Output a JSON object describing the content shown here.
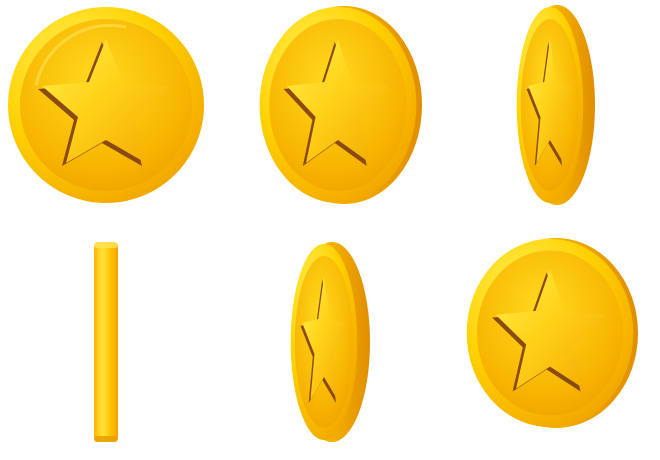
{
  "sprite_sheet": {
    "subject": "spinning-gold-star-coin",
    "frame_count": 6,
    "frames": [
      {
        "name": "coin-frame-1",
        "view": "front",
        "rotation_deg": 0
      },
      {
        "name": "coin-frame-2",
        "view": "slight-turn",
        "rotation_deg": 30
      },
      {
        "name": "coin-frame-3",
        "view": "steep-turn",
        "rotation_deg": 60
      },
      {
        "name": "coin-frame-4",
        "view": "edge-on",
        "rotation_deg": 90
      },
      {
        "name": "coin-frame-5",
        "view": "steep-turn-mirrored",
        "rotation_deg": 120
      },
      {
        "name": "coin-frame-6",
        "view": "slight-turn-mirrored",
        "rotation_deg": 150
      }
    ],
    "colors": {
      "background": "#ffffff",
      "rim_light": "#ffe84a",
      "rim_mid": "#ffcf00",
      "rim_dark": "#e79b00",
      "face_light": "#ffd21a",
      "face_dark": "#f0a000",
      "thickness_light": "#ffc400",
      "thickness_dark": "#e08e00",
      "star_light": "#ffe733",
      "star_dark": "#f3a800",
      "star_shadow": "#8a4a12"
    }
  }
}
